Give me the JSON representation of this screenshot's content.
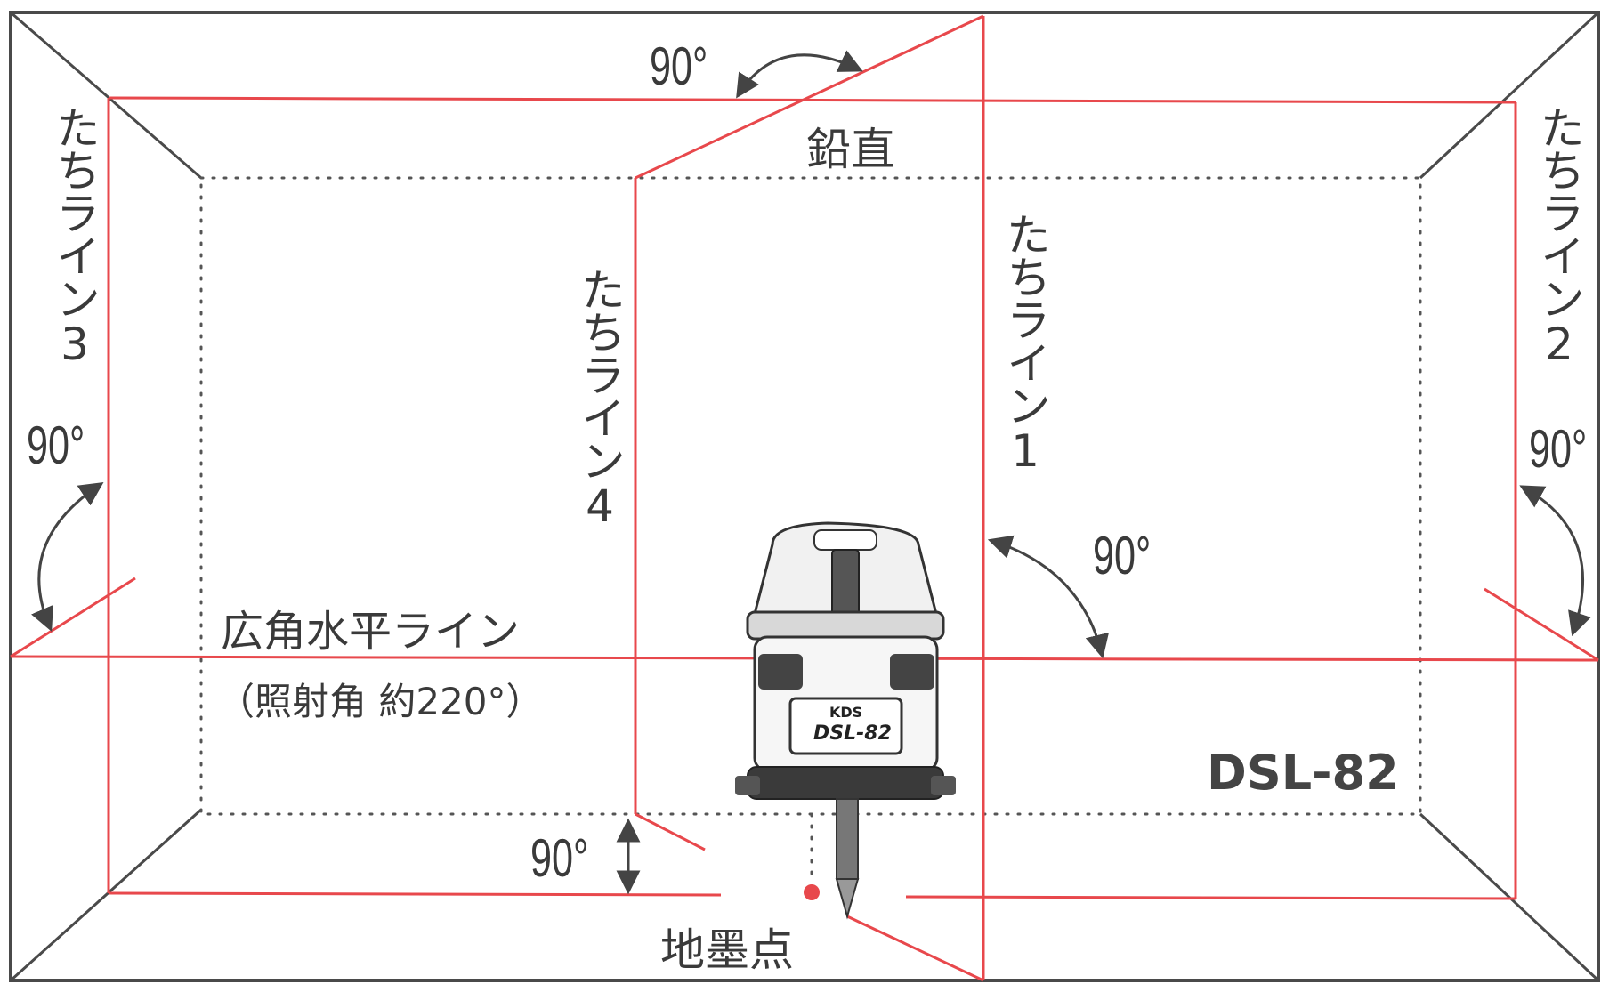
{
  "labels": {
    "tachi_line_3": "たちライン3",
    "tachi_line_2": "たちライン2",
    "tachi_line_4": "たちライン4",
    "tachi_line_1": "たちライン1",
    "enchoku": "鉛直",
    "wide_horizontal": "広角水平ライン",
    "irradiation_angle": "（照射角 約220°）",
    "model": "DSL-82",
    "ground_point": "地墨点",
    "device_brand": "KDS",
    "device_model": "DSL-82"
  },
  "angles": {
    "top": "90°",
    "left": "90°",
    "right": "90°",
    "center": "90°",
    "bottom": "90°"
  },
  "colors": {
    "laser": "#e8484c",
    "frame": "#4a4a4a",
    "text": "#3a3a3a"
  }
}
